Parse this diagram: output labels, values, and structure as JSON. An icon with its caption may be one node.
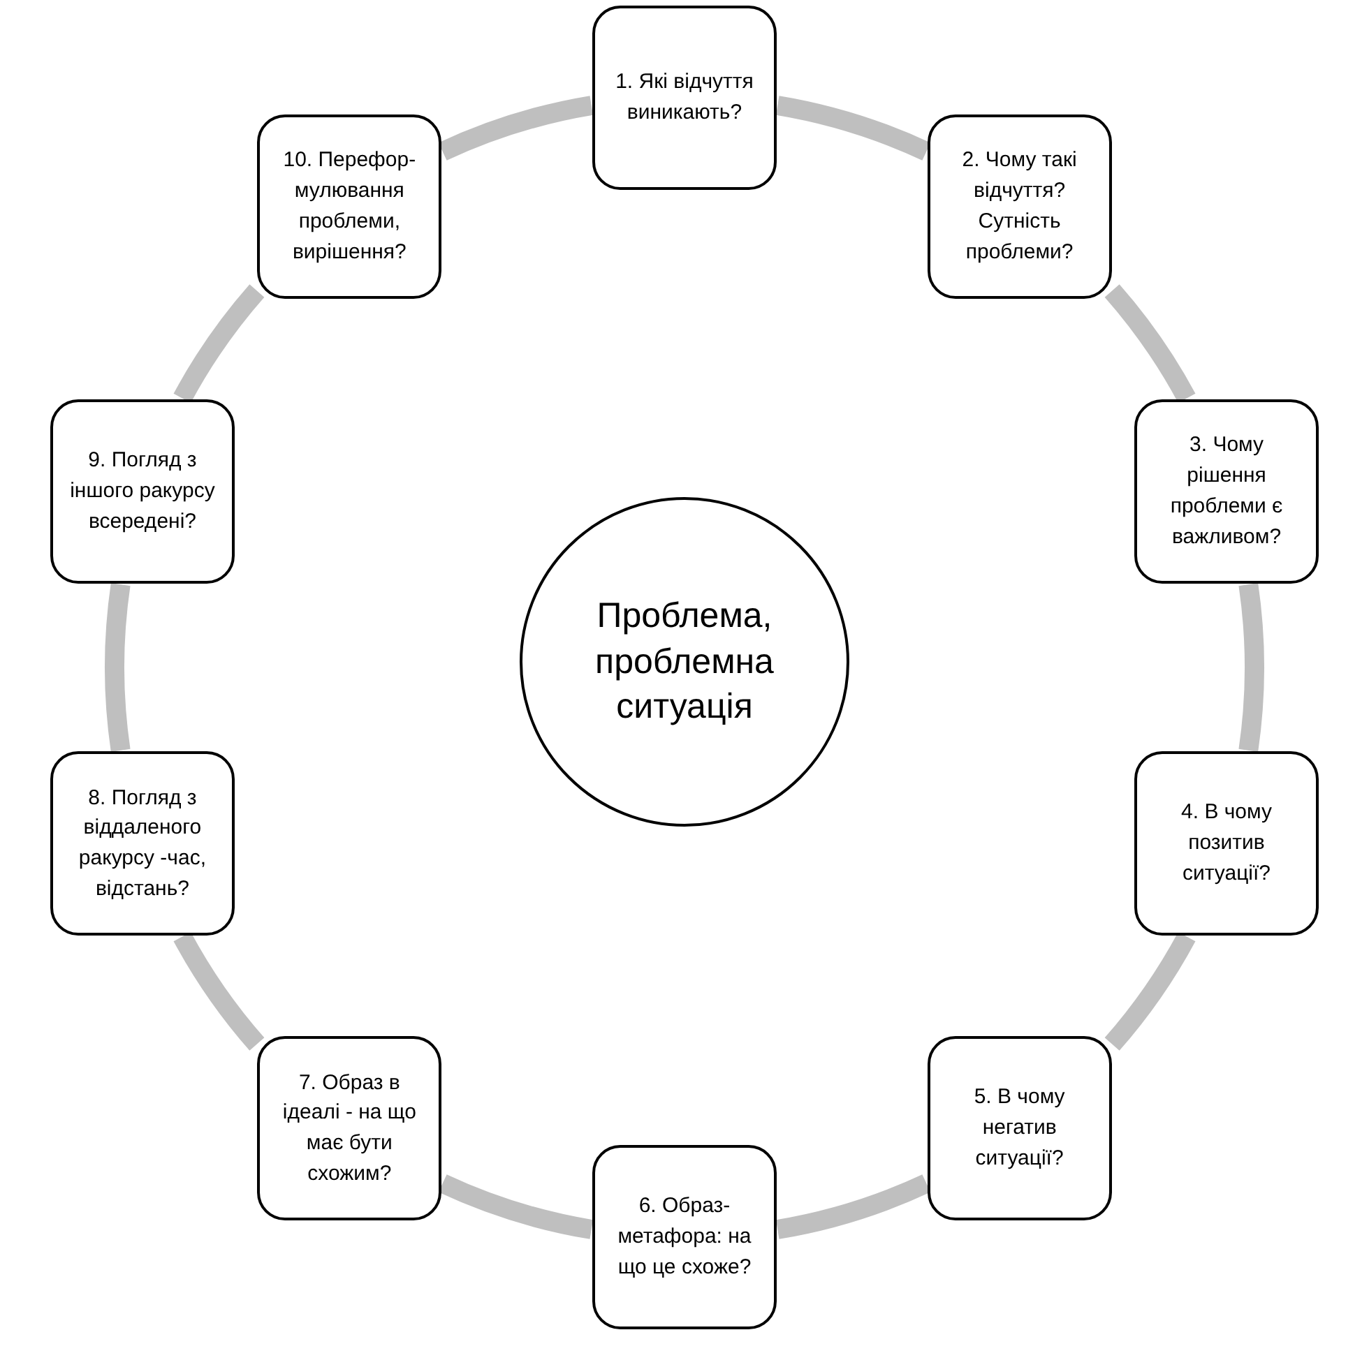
{
  "diagram": {
    "nodes": [
      {
        "text": [
          "1. Які відчуття виникають?"
        ]
      },
      {
        "text": [
          "2. Чому такі відчуття? Сутність проблеми?"
        ]
      },
      {
        "text": [
          "3. Чому рішення проблеми є важливом?"
        ]
      },
      {
        "text": [
          "4. В чому позитив ситуації?"
        ]
      },
      {
        "text": [
          "5. В чому негатив ситуації?"
        ]
      },
      {
        "text": [
          "6. Образ- метафора: на що це схоже?"
        ]
      },
      {
        "text": [
          "7. Образ в ідеалі - на що має бути схожим?"
        ]
      },
      {
        "text": [
          "8. Погляд з віддаленого ракурсу -час, відстань?"
        ]
      },
      {
        "text": [
          "9. Погляд з іншого ракурсу всередені?"
        ]
      },
      {
        "text": [
          "10. Перефор- мулювання проблеми, вирішення?"
        ]
      },
      {
        "text": [
          "Проблема, проблемна ситуація"
        ]
      }
    ],
    "edges": [
      {
        "from": 0,
        "to": 1,
        "arrow": "none"
      },
      {
        "from": 1,
        "to": 2,
        "arrow": "none"
      },
      {
        "from": 2,
        "to": 3,
        "arrow": "none"
      },
      {
        "from": 3,
        "to": 4,
        "arrow": "none"
      },
      {
        "from": 4,
        "to": 5,
        "arrow": "none"
      },
      {
        "from": 5,
        "to": 6,
        "arrow": "none"
      },
      {
        "from": 6,
        "to": 7,
        "arrow": "none"
      },
      {
        "from": 7,
        "to": 8,
        "arrow": "none"
      },
      {
        "from": 8,
        "to": 9,
        "arrow": "none"
      },
      {
        "from": 9,
        "to": 0,
        "arrow": "none"
      }
    ]
  }
}
